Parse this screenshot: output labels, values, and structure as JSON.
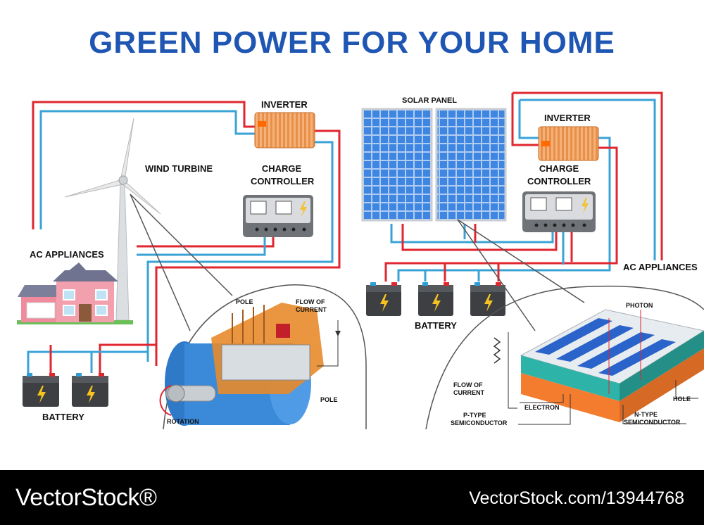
{
  "title": "GREEN POWER FOR YOUR HOME",
  "wind_system": {
    "inverter": "INVERTER",
    "wind_turbine": "WIND TURBINE",
    "charge_controller_l1": "CHARGE",
    "charge_controller_l2": "CONTROLLER",
    "ac_appliances": "AC APPLIANCES",
    "battery": "BATTERY"
  },
  "generator_detail": {
    "pole_top": "POLE",
    "flow_l1": "FLOW OF",
    "flow_l2": "CURRENT",
    "pole_bottom": "POLE",
    "rotation": "ROTATION"
  },
  "solar_system": {
    "solar_panel": "SOLAR PANEL",
    "inverter": "INVERTER",
    "charge_controller_l1": "CHARGE",
    "charge_controller_l2": "CONTROLLER",
    "ac_appliances": "AC APPLIANCES",
    "battery": "BATTERY"
  },
  "cell_detail": {
    "photon": "PHOTON",
    "flow_l1": "FLOW OF",
    "flow_l2": "CURRENT",
    "electron": "ELECTRON",
    "ptype_l1": "P-TYPE",
    "ptype_l2": "SEMICONDUCTOR",
    "ntype_l1": "N-TYPE",
    "ntype_l2": "SEMICONDUCTOR",
    "hole": "HOLE"
  },
  "footer": {
    "brand": "VectorStock®",
    "url": "VectorStock.com/13944768"
  },
  "colors": {
    "title": "#1f56b3",
    "wire_red": "#e0262f",
    "wire_blue": "#3aa3d6",
    "panel_blue": "#2a6fd0",
    "inverter_orange": "#f08a2c"
  }
}
